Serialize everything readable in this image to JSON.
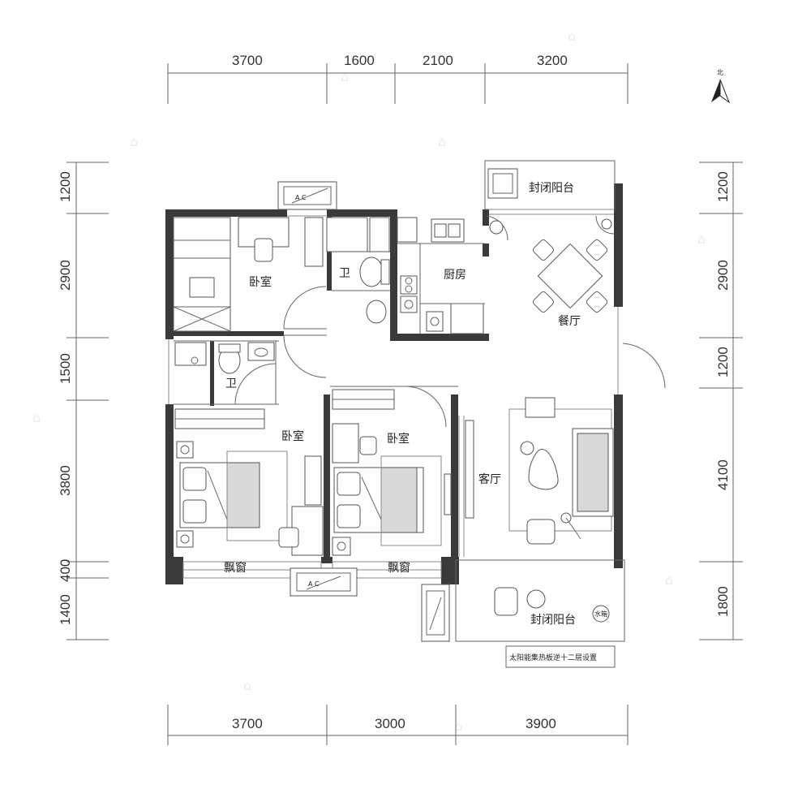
{
  "dimensions": {
    "top": [
      "3700",
      "1600",
      "2100",
      "3200"
    ],
    "bottom": [
      "3700",
      "3000",
      "3900"
    ],
    "left": [
      "1200",
      "2900",
      "1500",
      "3800",
      "400",
      "1400"
    ],
    "right": [
      "1200",
      "2900",
      "1200",
      "4100",
      "1800"
    ]
  },
  "compass_label": "北",
  "rooms": {
    "bedroom_1": "卧室",
    "bathroom_1": "卫",
    "kitchen": "厨房",
    "balcony_north": "封闭阳台",
    "dining": "餐厅",
    "bathroom_2": "卫",
    "bedroom_2": "卧室",
    "bedroom_3": "卧室",
    "living": "客厅",
    "bay_window_1": "飘窗",
    "bay_window_2": "飘窗",
    "balcony_south": "封闭阳台"
  },
  "water_tank": "水箱",
  "ac_label": "A    C",
  "note": "太阳能集热板逆十二层设置",
  "colors": {
    "wall": "#3a3a3a",
    "line": "#666666"
  }
}
